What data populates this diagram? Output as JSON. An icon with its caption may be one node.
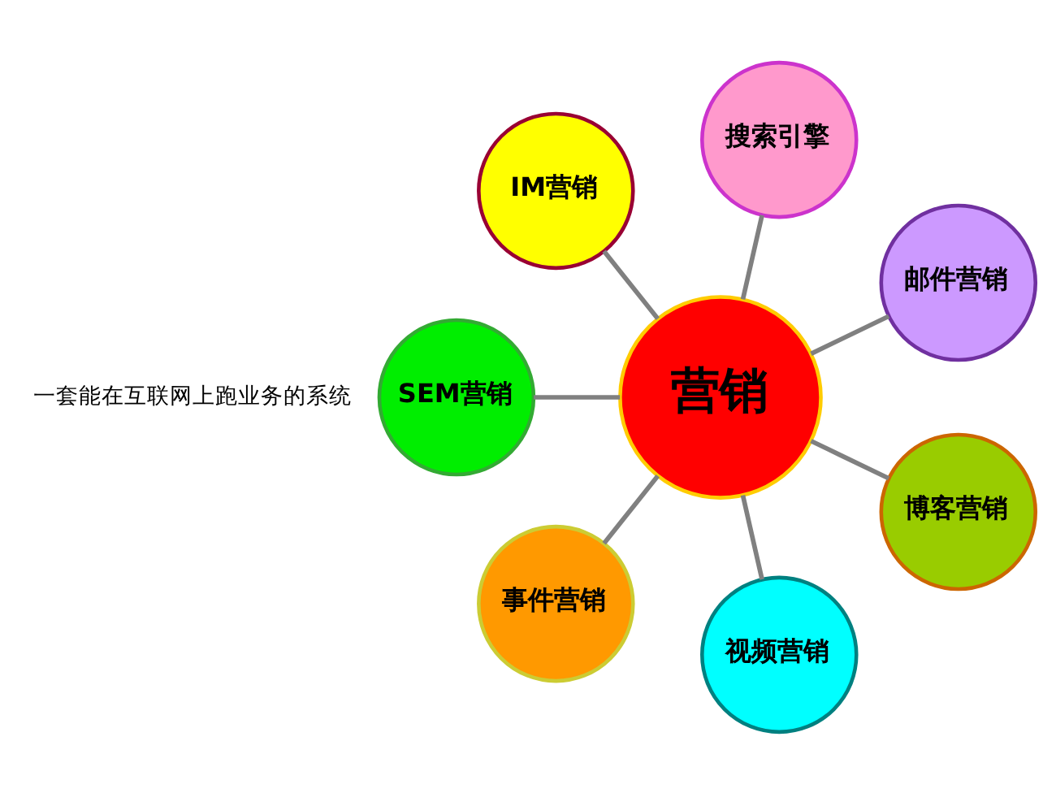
{
  "diagram": {
    "nodes": [
      {
        "text": [
          "营销"
        ]
      },
      {
        "text": [
          "邮件营销"
        ]
      },
      {
        "text": [
          "搜索引擎"
        ]
      },
      {
        "text": [
          "IM营销"
        ]
      },
      {
        "text": [
          "SEM营销"
        ]
      },
      {
        "text": [
          "事件营销"
        ]
      },
      {
        "text": [
          "视频营销"
        ]
      },
      {
        "text": [
          "博客营销"
        ]
      }
    ],
    "edges": [
      {
        "from": 0,
        "to": 1,
        "arrow": "none"
      },
      {
        "from": 0,
        "to": 2,
        "arrow": "none"
      },
      {
        "from": 0,
        "to": 3,
        "arrow": "none"
      },
      {
        "from": 0,
        "to": 4,
        "arrow": "none"
      },
      {
        "from": 0,
        "to": 5,
        "arrow": "none"
      },
      {
        "from": 0,
        "to": 6,
        "arrow": "none"
      },
      {
        "from": 0,
        "to": 7,
        "arrow": "none"
      }
    ],
    "labels": [
      "一套能在互联网上跑业务的系统"
    ]
  }
}
